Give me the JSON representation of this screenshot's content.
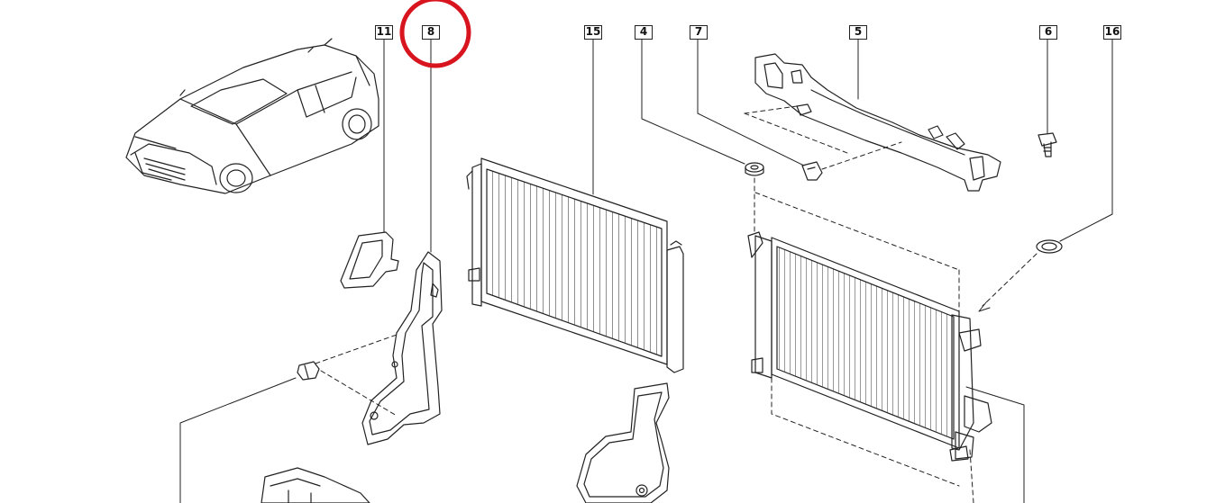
{
  "diagram": {
    "callouts": [
      {
        "id": "11",
        "label": "11"
      },
      {
        "id": "8",
        "label": "8",
        "highlighted": true
      },
      {
        "id": "15",
        "label": "15"
      },
      {
        "id": "4",
        "label": "4"
      },
      {
        "id": "7",
        "label": "7"
      },
      {
        "id": "5",
        "label": "5"
      },
      {
        "id": "6",
        "label": "6"
      },
      {
        "id": "16",
        "label": "16"
      }
    ],
    "colors": {
      "line": "#222222",
      "highlight": "#d8141e",
      "background": "#ffffff"
    },
    "icons": [
      "vehicle-icon",
      "highlight-circle-icon"
    ]
  }
}
